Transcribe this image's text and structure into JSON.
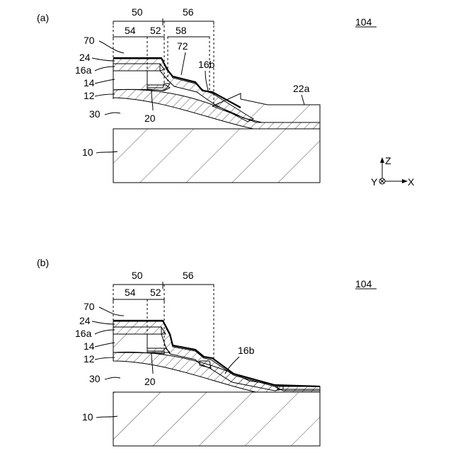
{
  "panel_a": {
    "panel_label": "(a)",
    "figure_no": "104",
    "labels": {
      "l50": "50",
      "l56": "56",
      "l54": "54",
      "l52": "52",
      "l58": "58",
      "l70": "70",
      "l72": "72",
      "l24": "24",
      "l16b": "16b",
      "l16a": "16a",
      "l14": "14",
      "l12": "12",
      "l22a": "22a",
      "l30": "30",
      "l20": "20",
      "l10": "10"
    },
    "axes": {
      "z": "Z",
      "x": "X",
      "y": "Y"
    }
  },
  "panel_b": {
    "panel_label": "(b)",
    "figure_no": "104",
    "labels": {
      "l50": "50",
      "l56": "56",
      "l54": "54",
      "l52": "52",
      "l70": "70",
      "l24": "24",
      "l16a": "16a",
      "l14": "14",
      "l12": "12",
      "l16b": "16b",
      "l30": "30",
      "l20": "20",
      "l10": "10"
    }
  }
}
